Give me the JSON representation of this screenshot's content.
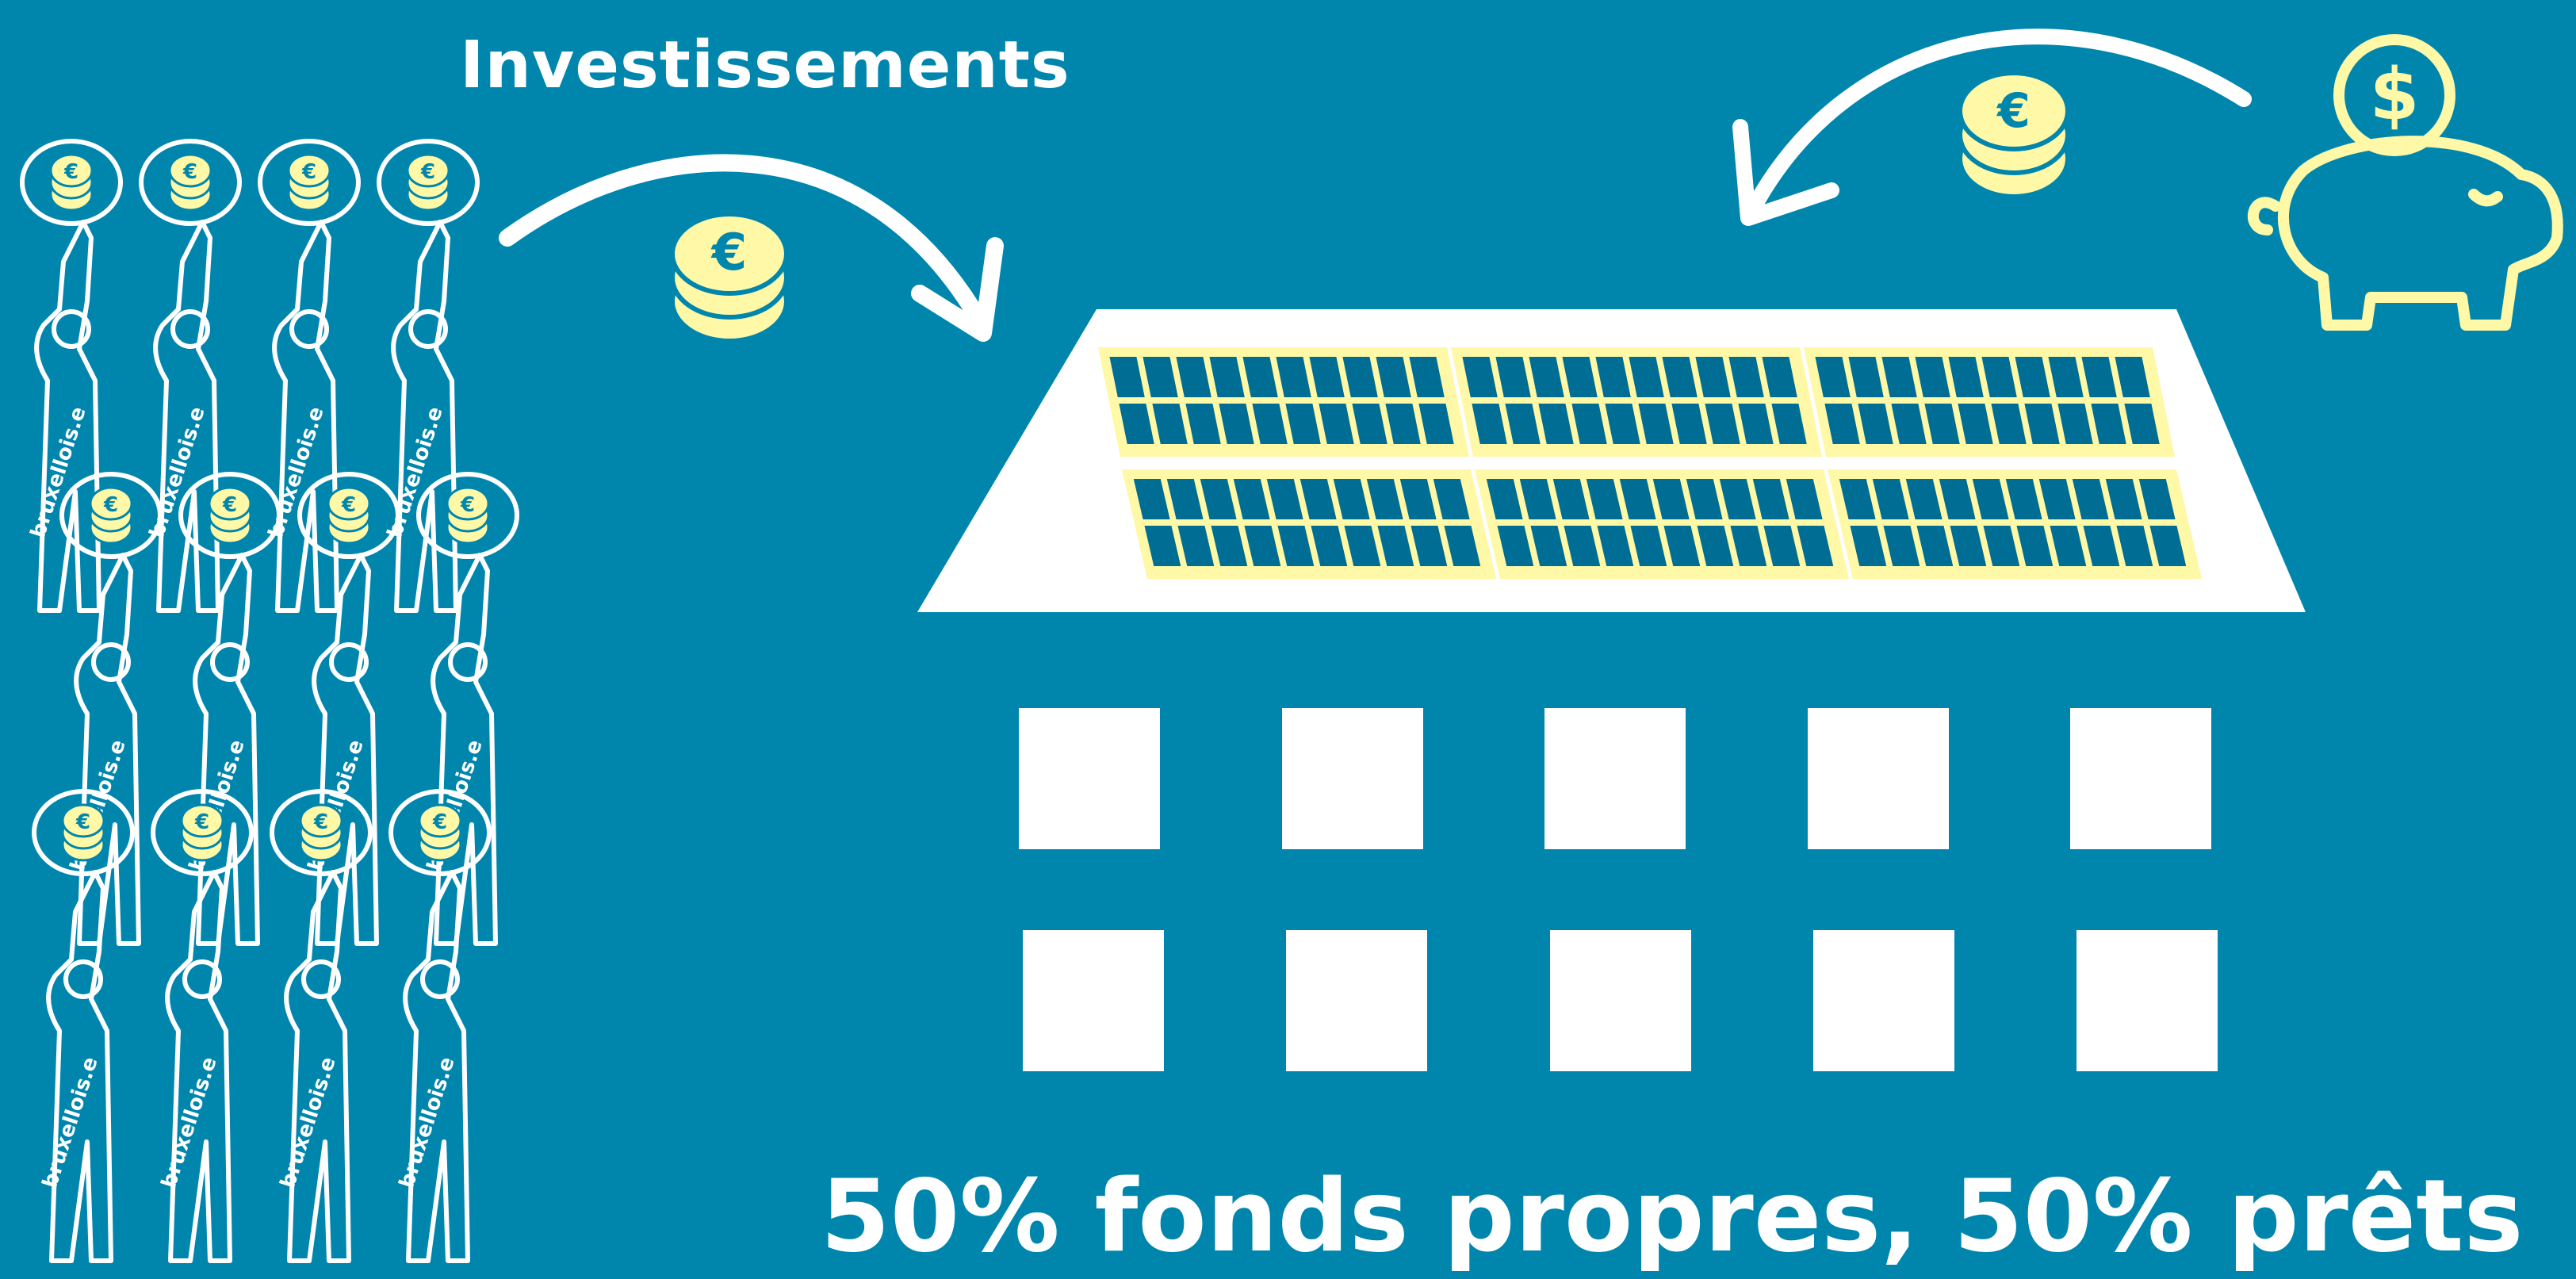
{
  "graphic": {
    "title": "Investissements",
    "caption": "50% fonds propres, 50% prêts",
    "person_label": "bruxellois.e",
    "coin_symbol": "€",
    "piggy_symbol": "$"
  },
  "icons": [
    "arrow-icon",
    "coin-stack-icon",
    "piggy-bank-icon",
    "person-icon",
    "solar-panel-icon",
    "building-icon"
  ],
  "counts": {
    "persons": 12,
    "windows": 10,
    "solar_panels": 6
  },
  "colors": {
    "background": "#0086ad",
    "foreground": "#ffffff",
    "accent": "#fff8a6",
    "panel_cell": "#006e94"
  }
}
